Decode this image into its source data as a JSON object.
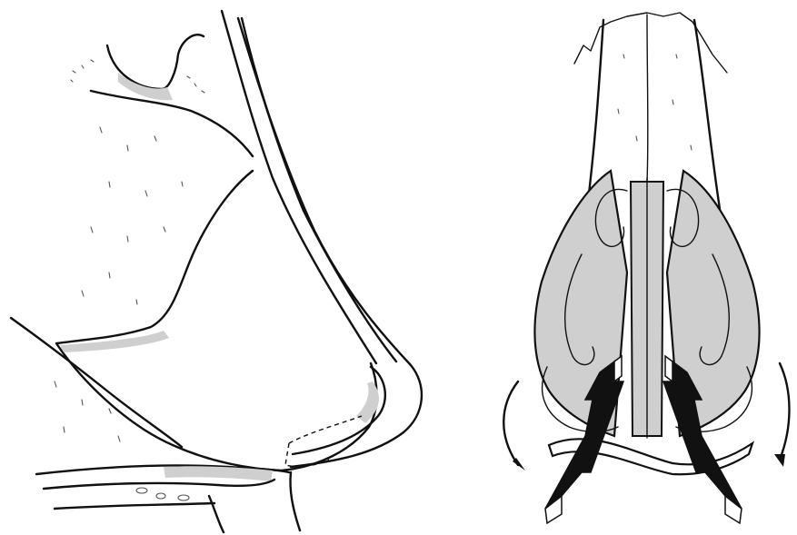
{
  "figure": {
    "panels": [
      {
        "id": "lateral-view",
        "view": "lateral",
        "labels": []
      },
      {
        "id": "frontal-view",
        "view": "frontal",
        "labels": []
      }
    ],
    "colors": {
      "ink": "#111111",
      "shade": "#cfcfcf",
      "arrow_fill": "#111111",
      "arrow_face": "#ffffff",
      "background": "#ffffff"
    },
    "icons": [
      "curved-arrow-icon",
      "block-arrow-icon"
    ]
  }
}
